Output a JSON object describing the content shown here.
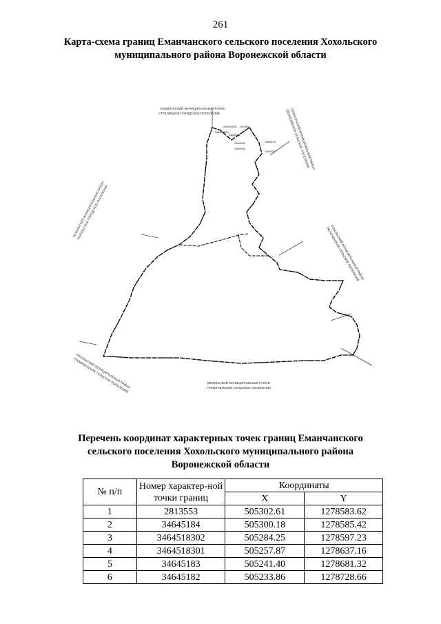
{
  "page_number": "261",
  "title": "Карта-схема границ Еманчанского сельского поселения Хохольского муниципального района Воронежской области",
  "map": {
    "neighbours": {
      "top": [
        "СЕМИЛУКСКИЙ МУНИЦИПАЛЬНЫЙ РАЙОН",
        "СТРЕЛИЦКОЕ ГОРОДСКОЕ ПОСЕЛЕНИЕ"
      ],
      "top_right": [
        "СЕМИЛУКСКИЙ МУНИЦИПАЛЬНЫЙ РАЙОН",
        "ДЕНИСОВСКОЕ СЕЛЬСКОЕ ПОСЕЛЕНИЕ"
      ],
      "left": [
        "ХОХОЛЬСКИЙ МУНИЦИПАЛЬНЫЙ РАЙОН",
        "ХОХОЛЬСКОЕ ГОРОДСКОЕ ПОСЕЛЕНИЕ"
      ],
      "right": [
        "ХОХОЛЬСКИЙ МУНИЦИПАЛЬНЫЙ РАЙОН",
        "ЯБЛОЧЕНСКОЕ СЕЛЬСКОЕ ПОСЕЛЕНИЕ"
      ],
      "bottom_left": [
        "ХОХОЛЬСКИЙ МУНИЦИПАЛЬНЫЙ РАЙОН",
        "ГРЕМЯЧЕНСКОЕ СЕЛЬСКОЕ ПОСЕЛЕНИЕ"
      ],
      "bottom": [
        "ХОХОЛЬСКИЙ МУНИЦИПАЛЬНЫЙ РАЙОН",
        "ГРЕМЯЧЕНСКОЕ СЕЛЬСКОЕ ПОСЕЛЕНИЕ"
      ]
    },
    "point_labels": [
      "3464518301",
      "3464518302",
      "2813553",
      "34645184",
      "34645183",
      "34645182",
      "34645176",
      "34645162"
    ]
  },
  "list_title": "Перечень координат характерных точек границ Еманчанского сельского поселения Хохольского муниципального района Воронежской области",
  "table": {
    "headers": {
      "num": "№ п/п",
      "point": "Номер характер-ной точки границ",
      "coords": "Координаты",
      "x": "X",
      "y": "Y"
    },
    "rows": [
      {
        "n": "1",
        "point": "2813553",
        "x": "505302.61",
        "y": "1278583.62"
      },
      {
        "n": "2",
        "point": "34645184",
        "x": "505300.18",
        "y": "1278585.42"
      },
      {
        "n": "3",
        "point": "3464518302",
        "x": "505284.25",
        "y": "1278597.23"
      },
      {
        "n": "4",
        "point": "3464518301",
        "x": "505257.87",
        "y": "1278637.16"
      },
      {
        "n": "5",
        "point": "34645183",
        "x": "505241.40",
        "y": "1278681.32"
      },
      {
        "n": "6",
        "point": "34645182",
        "x": "505233.86",
        "y": "1278728.66"
      }
    ]
  }
}
